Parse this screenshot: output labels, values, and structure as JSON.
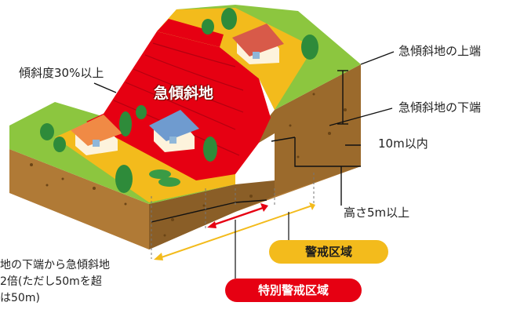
{
  "labels": {
    "slope_title": "急傾斜地",
    "gradient": "傾斜度30%以上",
    "top_edge": "急傾斜地の上端",
    "bottom_edge": "急傾斜地の下端",
    "within_10m": "10m以内",
    "height": "高さ5m以上",
    "caution_zone": "警戒区域",
    "special_zone": "特別警戒区域",
    "footnote": [
      "地の下端から急傾斜地",
      "2倍(ただし50mを超",
      "は50m)"
    ]
  },
  "colors": {
    "slope_red": "#e60012",
    "caution_yellow": "#f3bb1c",
    "grass_green": "#8cc63f",
    "soil_brown": "#b07a36"
  }
}
